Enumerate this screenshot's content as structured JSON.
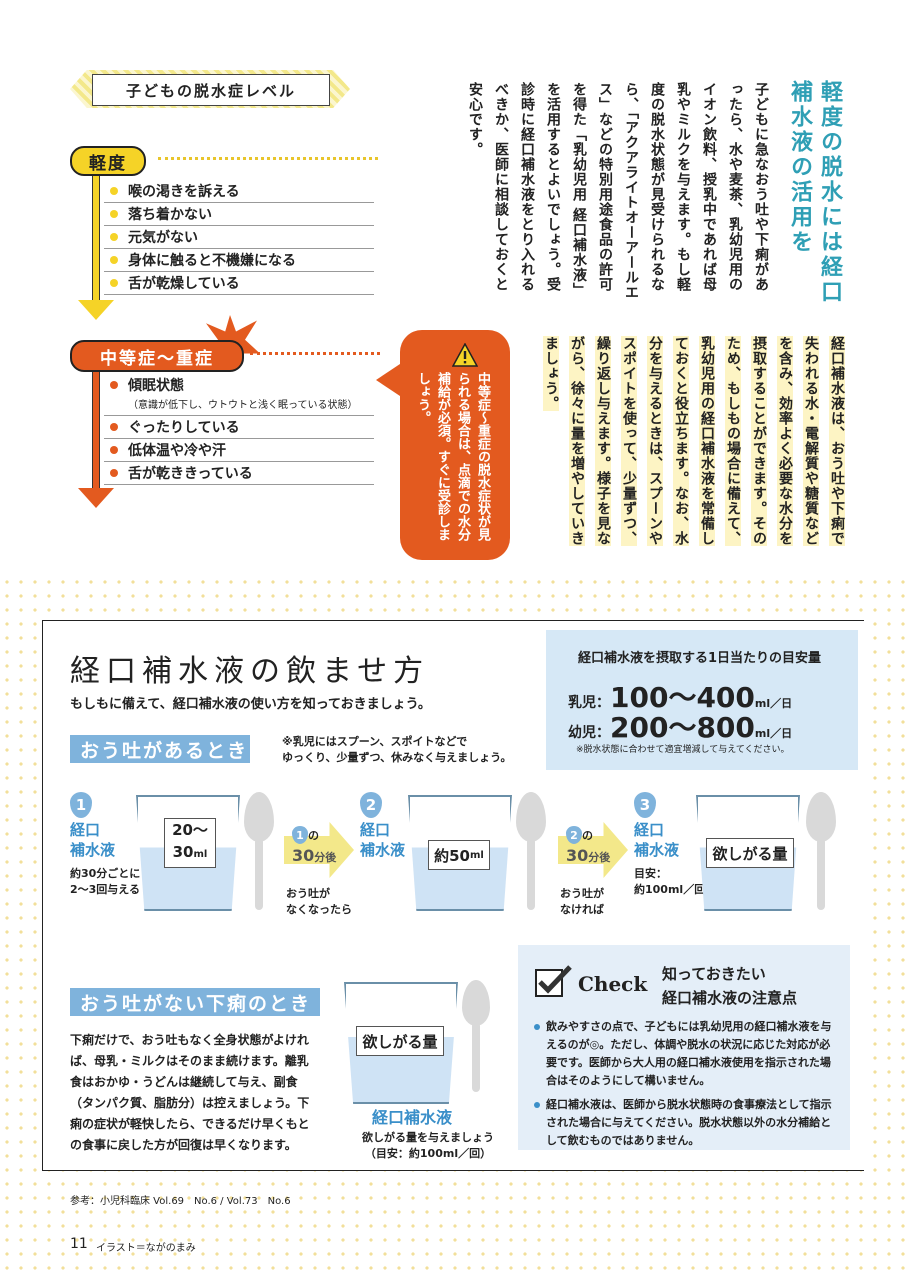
{
  "levels": {
    "title": "子どもの脱水症レベル",
    "mild": {
      "label": "軽度",
      "items": [
        "喉の渇きを訴える",
        "落ち着かない",
        "元気がない",
        "身体に触ると不機嫌になる",
        "舌が乾燥している"
      ]
    },
    "severe": {
      "label": "中等症〜重症",
      "items": [
        "傾眠状態",
        "ぐったりしている",
        "低体温や冷や汗",
        "舌が乾ききっている"
      ],
      "note": "（意識が低下し、ウトウトと浅く眠っている状態）"
    },
    "warning": "中等症〜重症の脱水症状が見られる場合は、点滴での水分補給が必須。すぐに受診しましょう。"
  },
  "article": {
    "heading": "軽度の脱水には経口補水液の活用を",
    "col1": "子どもに急なおう吐や下痢があったら、水や麦茶、乳幼児用のイオン飲料、授乳中であれば母乳やミルクを与えます。もし軽度の脱水状態が見受けられるなら、「アクアライトオーアールエス」などの特別用途食品の許可を得た「乳幼児用 経口補水液」を活用するとよいでしょう。受診時に経口補水液をとり入れるべきか、医師に相談しておくと安心です。",
    "col2": "経口補水液は、おう吐や下痢で失われる水・電解質や糖質などを含み、効率よく必要な水分を摂取することができます。そのため、もしもの場合に備えて、乳幼児用の経口補水液を常備しておくと役立ちます。なお、水分を与えるときは、スプーンやスポイトを使って、少量ずつ、繰り返し与えます。様子を見ながら、徐々に量を増やしていきましょう。"
  },
  "howto": {
    "title": "経口補水液の飲ませ方",
    "subtitle": "もしもに備えて、経口補水液の使い方を知っておきましょう。",
    "vomit_tag": "おう吐があるとき",
    "vomit_note1": "※乳児にはスプーン、スポイトなどで",
    "vomit_note2": "ゆっくり、少量ずつ、休みなく与えましょう。",
    "steps": [
      {
        "num": "1",
        "label1": "経口",
        "label2": "補水液",
        "amount1": "20〜",
        "amount2": "30",
        "unit": "ml",
        "desc1": "約30分ごとに",
        "desc2": "2〜3回与える"
      },
      {
        "num": "2",
        "label1": "経口",
        "label2": "補水液",
        "amount": "約50",
        "unit": "ml"
      },
      {
        "num": "3",
        "label1": "経口",
        "label2": "補水液",
        "amount": "欲しがる量",
        "desc1": "目安：",
        "desc2": "約100ml／回"
      }
    ],
    "waits": [
      {
        "from": "1",
        "suffix": "の",
        "time": "30",
        "timeunit": "分後",
        "cond1": "おう吐が",
        "cond2": "なくなったら"
      },
      {
        "from": "2",
        "suffix": "の",
        "time": "30",
        "timeunit": "分後",
        "cond1": "おう吐が",
        "cond2": "なければ"
      }
    ],
    "daily": {
      "title": "経口補水液を摂取する1日当たりの目安量",
      "infant_label": "乳児：",
      "infant_value": "100〜400",
      "child_label": "幼児：",
      "child_value": "200〜800",
      "unit": "ml／日",
      "note": "※脱水状態に合わせて適宜増減して与えてください。"
    },
    "diarrhea_tag": "おう吐がない下痢のとき",
    "diarrhea_text": "下痢だけで、おう吐もなく全身状態がよければ、母乳・ミルクはそのまま続けます。離乳食はおかゆ・うどんは継続して与え、副食（タンパク質、脂肪分）は控えましょう。下痢の症状が軽快したら、できるだけ早くもとの食事に戻した方が回復は早くなります。",
    "diarrhea_amount": "欲しがる量",
    "diarrhea_label": "経口補水液",
    "diarrhea_desc1": "欲しがる量を与えましょう",
    "diarrhea_desc2": "（目安：約100ml／回）",
    "check": {
      "badge": "Check",
      "title1": "知っておきたい",
      "title2": "経口補水液の注意点",
      "items": [
        "飲みやすさの点で、子どもには乳幼児用の経口補水液を与えるのが◎。ただし、体調や脱水の状況に応じた対応が必要です。医師から大人用の経口補水液使用を指示された場合はそのようにして構いません。",
        "経口補水液は、医師から脱水状態時の食事療法として指示された場合に与えてください。脱水状態以外の水分補給として飲むものではありません。"
      ]
    }
  },
  "footer": {
    "ref": "参考：小児科臨床 Vol.69　No.6 / Vol.73　No.6",
    "page": "11",
    "illust": "イラスト＝ながのまみ"
  },
  "colors": {
    "mild": "#f5d327",
    "severe": "#e35a1f",
    "accent": "#2f9fb5",
    "blue": "#7fb3dc"
  }
}
